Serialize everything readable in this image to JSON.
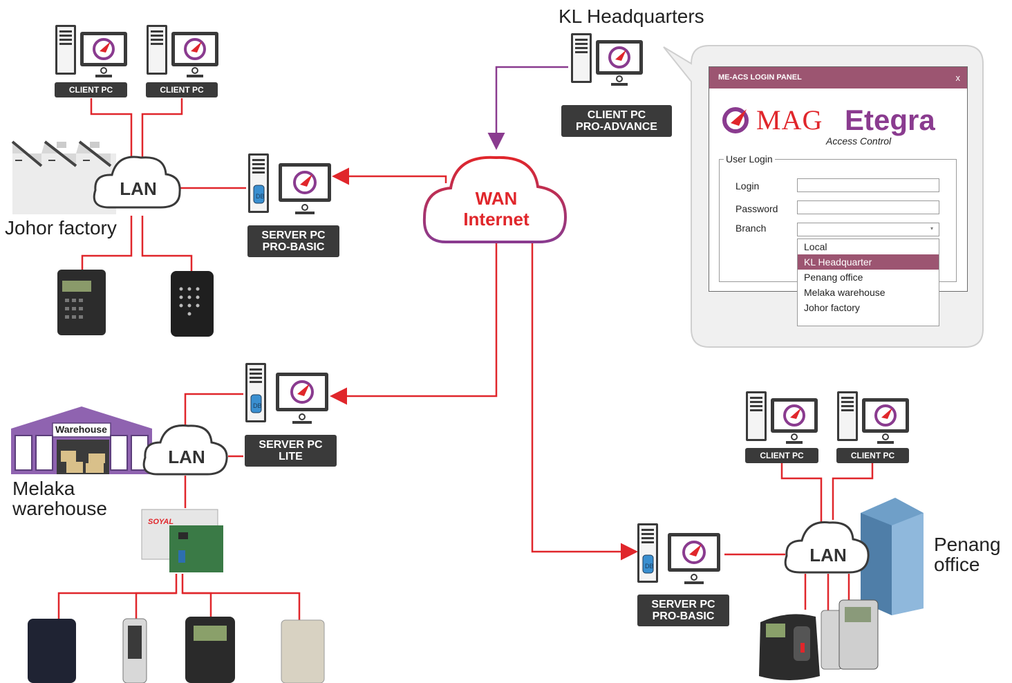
{
  "locations": {
    "kl": "KL Headquarters",
    "johor": "Johor factory",
    "melaka_line1": "Melaka",
    "melaka_line2": "warehouse",
    "penang_line1": "Penang",
    "penang_line2": "office"
  },
  "labels": {
    "client_pc": "CLIENT PC",
    "kl_client_line1": "CLIENT PC",
    "kl_client_line2": "PRO-ADVANCE",
    "server_line1": "SERVER PC",
    "server_probasic": "PRO-BASIC",
    "server_lite": "LITE"
  },
  "clouds": {
    "lan": "LAN",
    "wan_line1": "WAN",
    "wan_line2": "Internet"
  },
  "building": {
    "warehouse_sign": "Warehouse",
    "controller_brand": "SOYAL"
  },
  "db_label": "DB",
  "login_panel": {
    "title": "ME-ACS LOGIN PANEL",
    "close": "x",
    "logo_part1": "MAG",
    "logo_part2": "Etegra",
    "logo_sub": "Access Control",
    "group_label": "User Login",
    "login_label": "Login",
    "password_label": "Password",
    "branch_label": "Branch",
    "branch_options": [
      "Local",
      "KL Headquarter",
      "Penang office",
      "Melaka warehouse",
      "Johor factory"
    ],
    "selected_option": "KL Headquarter"
  },
  "colors": {
    "link_red": "#e0262b",
    "wan_purple": "#8a3b8f",
    "panel_accent": "#9c5571",
    "label_bg": "#3a3a3a"
  }
}
